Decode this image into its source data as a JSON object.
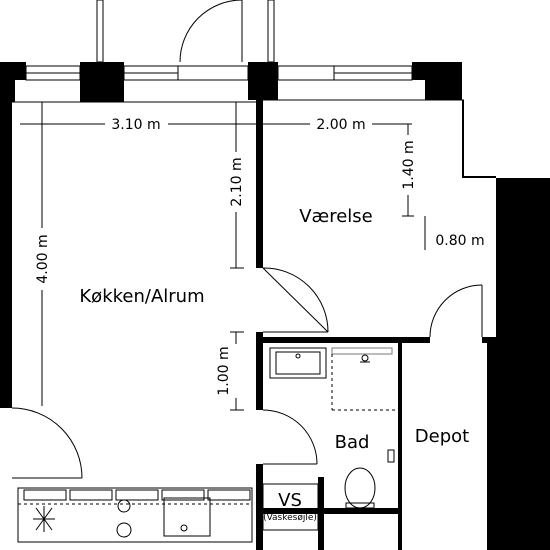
{
  "rooms": {
    "kitchen": "Køkken/Alrum",
    "bedroom": "Værelse",
    "bath": "Bad",
    "storage": "Depot",
    "laundry": "VS",
    "laundry_sub": "(Vaskesøjle)"
  },
  "dimensions": {
    "kitchen_width": "3.10 m",
    "bedroom_width": "2.00 m",
    "kitchen_depth": "4.00 m",
    "kitchen_partial": "2.10 m",
    "bedroom_depth": "1.40 m",
    "bedroom_niche": "0.80 m",
    "hall_width": "1.00 m"
  },
  "colors": {
    "wall": "#000000",
    "line": "#000000",
    "background": "#ffffff"
  }
}
